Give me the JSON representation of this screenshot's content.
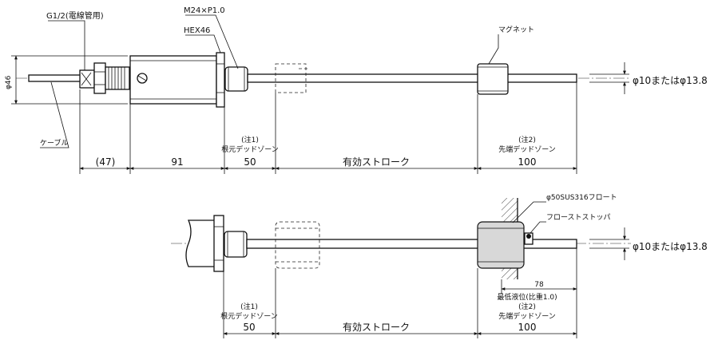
{
  "top": {
    "labels": {
      "conduit": "G1/2(電線管用)",
      "thread": "M24×P1.0",
      "hex": "HEX46",
      "magnet": "マグネット",
      "diameter_left": "φ46",
      "cable": "ケーブル",
      "diameter_right": "φ10またはφ13.8"
    },
    "dims": {
      "d47": "(47)",
      "d91": "91",
      "d50": "50",
      "stroke": "有効ストローク",
      "d100": "100"
    },
    "notes": {
      "note1": "(注1)",
      "root_dead_zone": "根元デッドゾーン",
      "note2": "(注2)",
      "tip_dead_zone": "先端デッドゾーン"
    }
  },
  "bottom": {
    "labels": {
      "float": "φ50SUS316フロート",
      "stopper": "フローストストッパ",
      "diameter_right": "φ10またはφ13.8"
    },
    "dims": {
      "d78": "78",
      "min_level": "最低液位(比重1.0)",
      "d50": "50",
      "stroke": "有効ストローク",
      "d100": "100"
    },
    "notes": {
      "note1": "(注1)",
      "root_dead_zone": "根元デッドゾーン",
      "note2": "(注2)",
      "tip_dead_zone": "先端デッドゾーン"
    }
  }
}
